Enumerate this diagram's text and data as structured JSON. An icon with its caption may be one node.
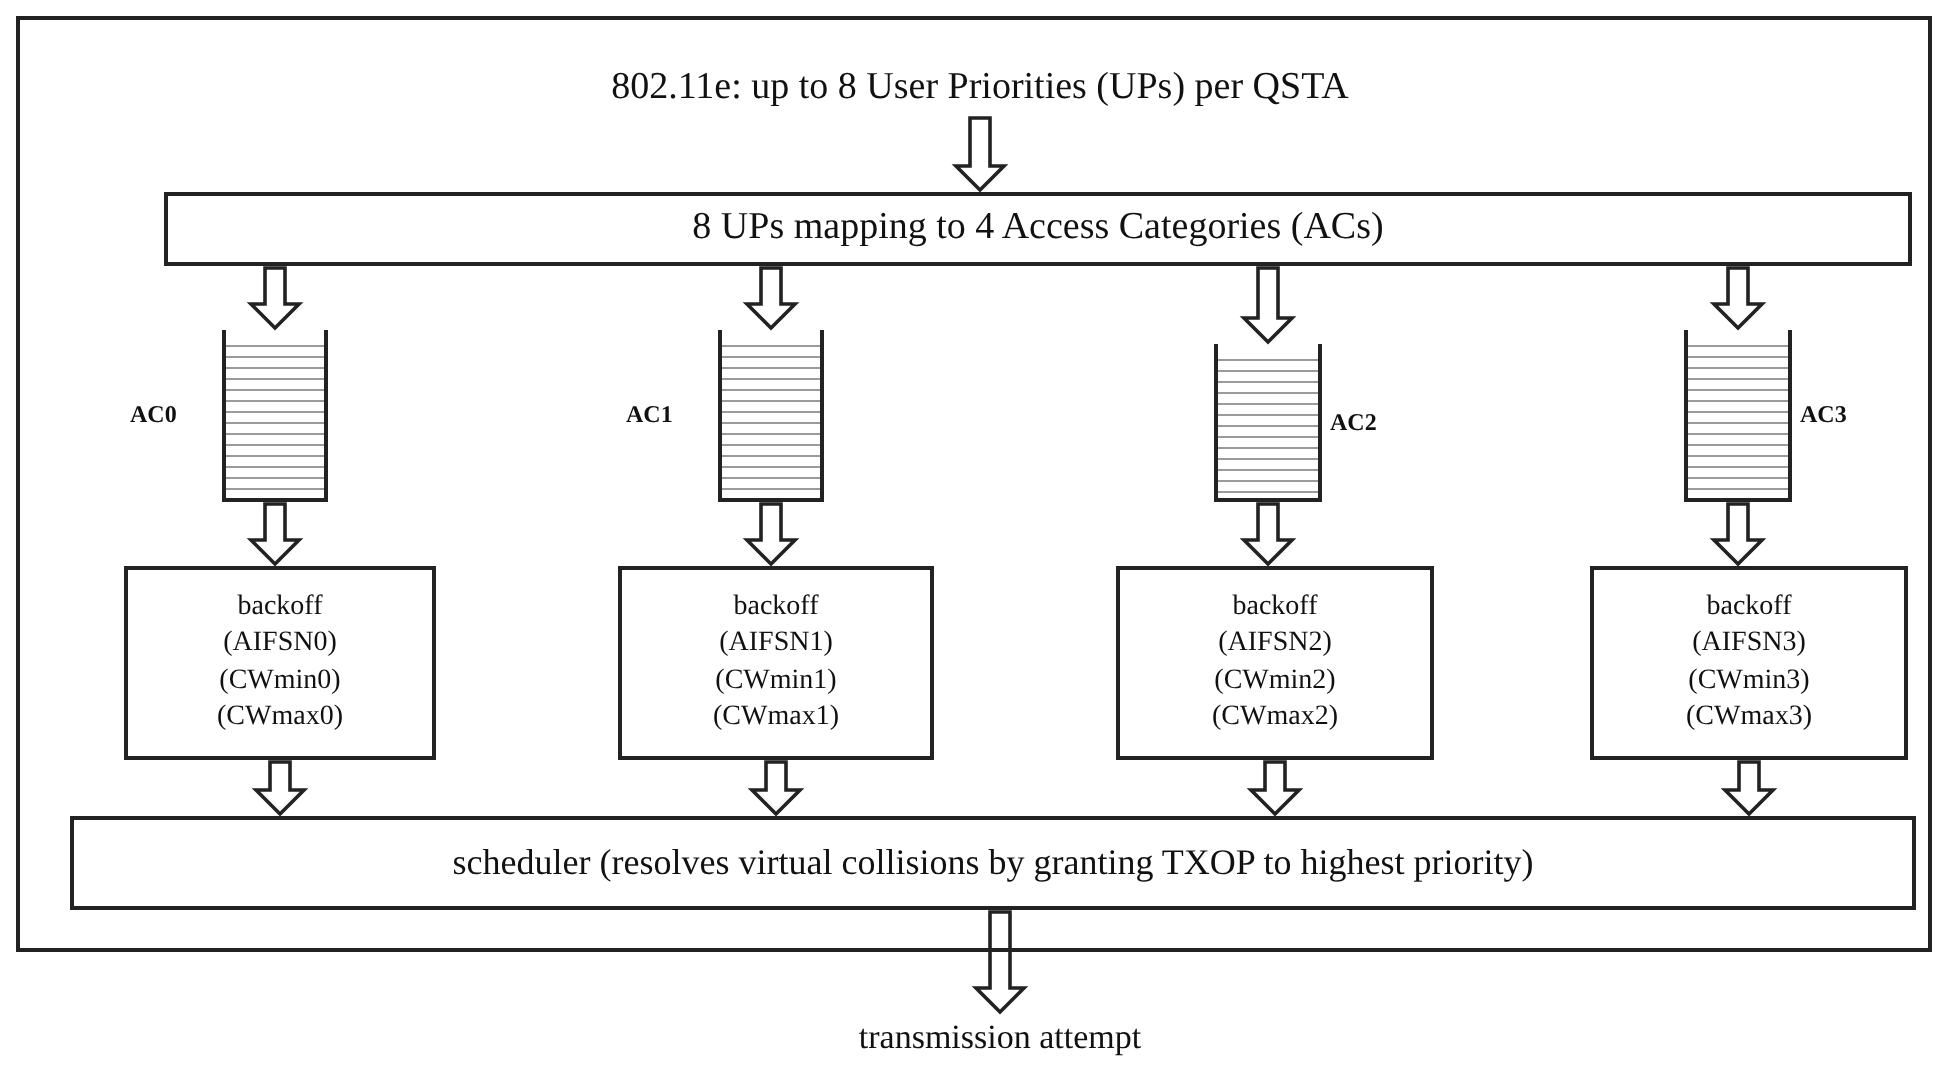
{
  "diagram": {
    "nodes": [
      {
        "text": [],
        "shape": "box"
      },
      {
        "text": [
          "802.11e: up to 8  User Priorities (UPs) per QSTA"
        ],
        "in": 0
      },
      {
        "text": [
          "8 UPs mapping to 4 Access Categories (ACs)"
        ],
        "in": 0
      },
      {
        "text": [],
        "shape": "queue",
        "beside": [
          "AC0"
        ],
        "in": 0
      },
      {
        "text": [],
        "shape": "queue",
        "beside": [
          "AC1"
        ],
        "in": 0
      },
      {
        "text": [],
        "shape": "queue",
        "beside": [
          "AC2"
        ],
        "in": 0
      },
      {
        "text": [],
        "shape": "queue",
        "beside": [
          "AC3"
        ],
        "in": 0
      },
      {
        "text": [
          "backoff",
          "(AIFSN0)",
          "(CWmin0)",
          "(CWmax0)"
        ],
        "in": 0
      },
      {
        "text": [
          "backoff",
          "(AIFSN1)",
          "(CWmin1)",
          "(CWmax1)"
        ],
        "in": 0
      },
      {
        "text": [
          "backoff",
          "(AIFSN2)",
          "(CWmin2)",
          "(CWmax2)"
        ],
        "in": 0
      },
      {
        "text": [
          "backoff",
          "(AIFSN3)",
          "(CWmin3)",
          "(CWmax3)"
        ],
        "in": 0
      },
      {
        "text": [
          "scheduler (resolves virtual collisions by granting TXOP to highest priority)"
        ],
        "in": 0
      },
      {
        "text": [
          "transmission  attempt"
        ]
      }
    ],
    "edges": [
      {
        "from": 1,
        "to": 2,
        "arrow": "to"
      },
      {
        "from": 2,
        "to": 3,
        "arrow": "to"
      },
      {
        "from": 2,
        "to": 4,
        "arrow": "to"
      },
      {
        "from": 2,
        "to": 5,
        "arrow": "to"
      },
      {
        "from": 2,
        "to": 6,
        "arrow": "to"
      },
      {
        "from": 3,
        "to": 7,
        "arrow": "to"
      },
      {
        "from": 4,
        "to": 8,
        "arrow": "to"
      },
      {
        "from": 5,
        "to": 9,
        "arrow": "to"
      },
      {
        "from": 6,
        "to": 10,
        "arrow": "to"
      },
      {
        "from": 7,
        "to": 11,
        "arrow": "to"
      },
      {
        "from": 8,
        "to": 11,
        "arrow": "to"
      },
      {
        "from": 9,
        "to": 11,
        "arrow": "to"
      },
      {
        "from": 10,
        "to": 11,
        "arrow": "to"
      },
      {
        "from": 11,
        "to": 12,
        "arrow": "to"
      }
    ]
  }
}
